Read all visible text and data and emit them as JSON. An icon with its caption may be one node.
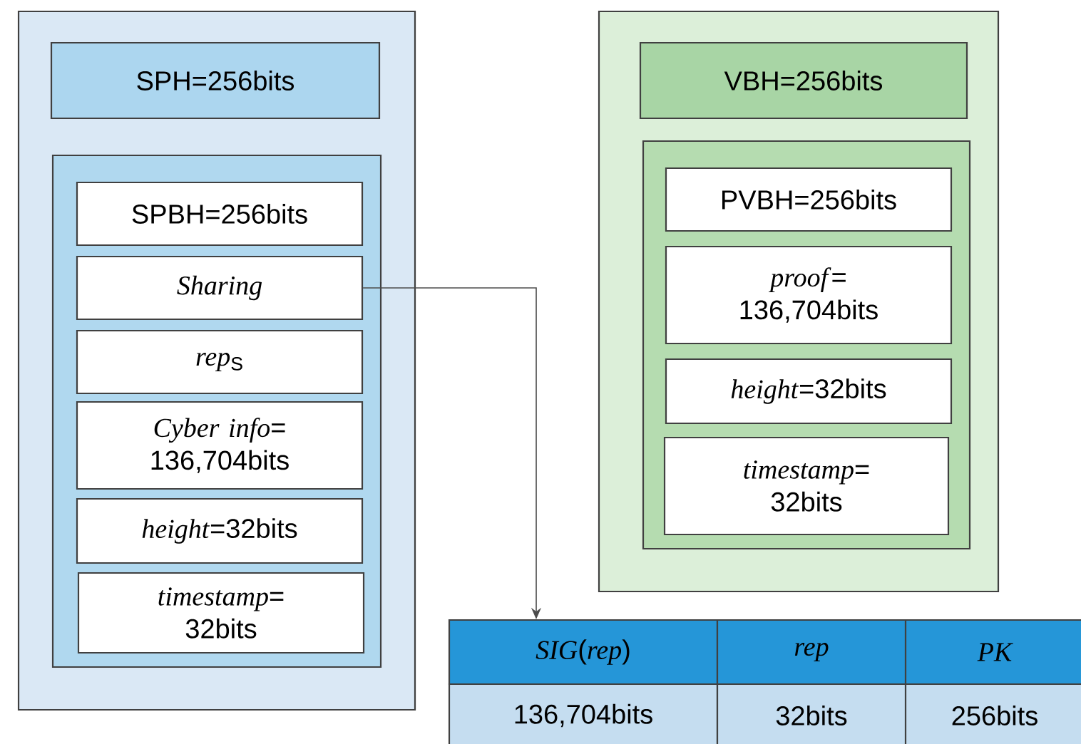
{
  "diagram": {
    "nodes": [
      {
        "text": [],
        "shape": "box"
      },
      {
        "text": [
          "SPH=256bits"
        ],
        "in": 0
      },
      {
        "text": [],
        "shape": "box",
        "in": 0
      },
      {
        "text": [
          "SPBH=256bits"
        ],
        "in": 2
      },
      {
        "text": [
          "Sharing"
        ],
        "in": 2
      },
      {
        "text": [
          "*rep*$_{S}$"
        ],
        "in": 2
      },
      {
        "text": [
          "*Cyber info*= 136,704bits"
        ],
        "in": 2
      },
      {
        "text": [
          "*height*=32bits"
        ],
        "in": 2
      },
      {
        "text": [
          "*timestamp*= 32bits"
        ],
        "in": 2
      },
      {
        "text": [],
        "shape": "box"
      },
      {
        "text": [
          "VBH=256bits"
        ],
        "in": 9
      },
      {
        "text": [],
        "shape": "box",
        "in": 9
      },
      {
        "text": [
          "PVBH=256bits"
        ],
        "in": 11
      },
      {
        "text": [
          "*proof*= 136,704bits"
        ],
        "in": 11
      },
      {
        "text": [
          "*height*=32bits"
        ],
        "in": 11
      },
      {
        "text": [
          "*timestamp*= 32bits"
        ],
        "in": 11
      },
      {
        "text": [
          "*SIG*(*rep*)"
        ]
      },
      {
        "text": [
          "rep"
        ]
      },
      {
        "text": [
          "PK"
        ]
      },
      {
        "text": [
          "136,704bits"
        ]
      },
      {
        "text": [
          "32bits"
        ]
      },
      {
        "text": [
          "256bits"
        ]
      }
    ],
    "edges": [
      {
        "from": 4,
        "to": 16,
        "arrow": "to"
      }
    ]
  }
}
